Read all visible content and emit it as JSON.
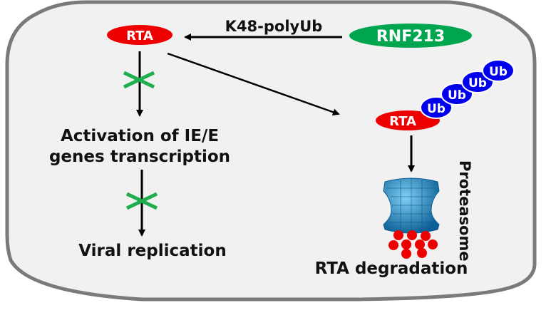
{
  "diagram": {
    "nodes": {
      "rta_top": "RTA",
      "rnf213": "RNF213",
      "rta_ub": "RTA",
      "ub_chain": [
        "Ub",
        "Ub",
        "Ub",
        "Ub"
      ]
    },
    "edge_labels": {
      "k48": "K48-polyUb"
    },
    "left_path": {
      "step1": "Activation of IE/E",
      "step1_line2": "genes transcription",
      "step2": "Viral replication"
    },
    "right_path": {
      "proteasome": "Proteasome",
      "outcome": "RTA degradation"
    },
    "colors": {
      "rta": "#ee0000",
      "rnf213": "#00a550",
      "ub": "#0000ee",
      "block": "#1fae4e",
      "proteasome": "#1e88c8",
      "panel_bg": "#f1f1f1",
      "panel_border": "#7a7a7a"
    }
  }
}
